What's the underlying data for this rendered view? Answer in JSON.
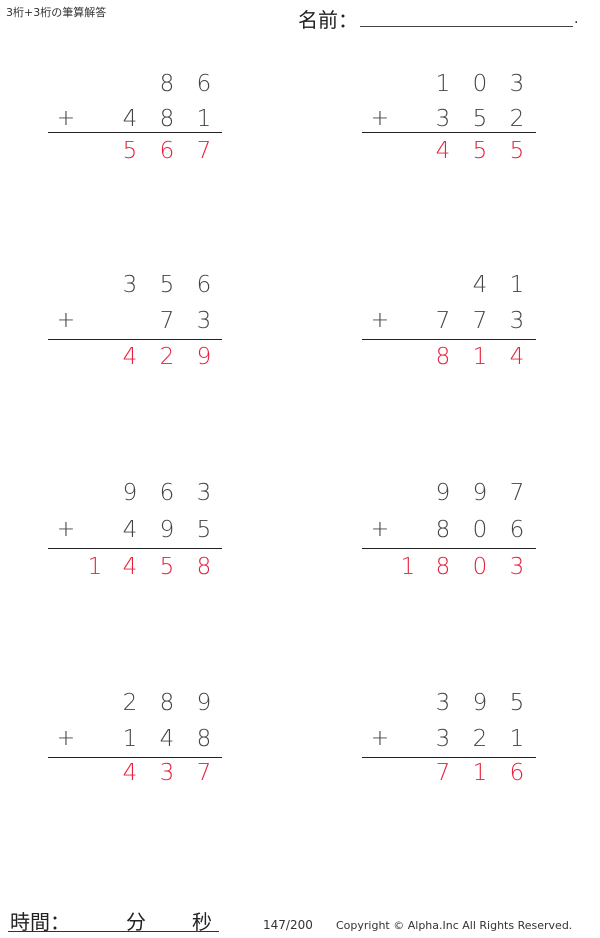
{
  "header": {
    "title": "3桁+3桁の筆算解答",
    "name_label": "名前：",
    "name_terminator": "."
  },
  "problems": [
    {
      "top": [
        "",
        "",
        "8",
        "6"
      ],
      "bottom": [
        "",
        "4",
        "8",
        "1"
      ],
      "operator": "+",
      "answer": [
        "",
        "5",
        "6",
        "7"
      ]
    },
    {
      "top": [
        "",
        "1",
        "0",
        "3"
      ],
      "bottom": [
        "",
        "3",
        "5",
        "2"
      ],
      "operator": "+",
      "answer": [
        "",
        "4",
        "5",
        "5"
      ]
    },
    {
      "top": [
        "",
        "3",
        "5",
        "6"
      ],
      "bottom": [
        "",
        "",
        "7",
        "3"
      ],
      "operator": "+",
      "answer": [
        "",
        "4",
        "2",
        "9"
      ]
    },
    {
      "top": [
        "",
        "",
        "4",
        "1"
      ],
      "bottom": [
        "",
        "7",
        "7",
        "3"
      ],
      "operator": "+",
      "answer": [
        "",
        "8",
        "1",
        "4"
      ]
    },
    {
      "top": [
        "",
        "9",
        "6",
        "3"
      ],
      "bottom": [
        "",
        "4",
        "9",
        "5"
      ],
      "operator": "+",
      "answer": [
        "1",
        "4",
        "5",
        "8"
      ]
    },
    {
      "top": [
        "",
        "9",
        "9",
        "7"
      ],
      "bottom": [
        "",
        "8",
        "0",
        "6"
      ],
      "operator": "+",
      "answer": [
        "1",
        "8",
        "0",
        "3"
      ]
    },
    {
      "top": [
        "",
        "2",
        "8",
        "9"
      ],
      "bottom": [
        "",
        "1",
        "4",
        "8"
      ],
      "operator": "+",
      "answer": [
        "",
        "4",
        "3",
        "7"
      ]
    },
    {
      "top": [
        "",
        "3",
        "9",
        "5"
      ],
      "bottom": [
        "",
        "3",
        "2",
        "1"
      ],
      "operator": "+",
      "answer": [
        "",
        "7",
        "1",
        "6"
      ]
    }
  ],
  "footer": {
    "time_label": "時間：",
    "minutes_label": "分",
    "seconds_label": "秒",
    "page": "147/200",
    "copyright": "Copyright © Alpha.Inc All Rights Reserved."
  },
  "colors": {
    "answer": "#e8203c",
    "text": "#444444"
  }
}
